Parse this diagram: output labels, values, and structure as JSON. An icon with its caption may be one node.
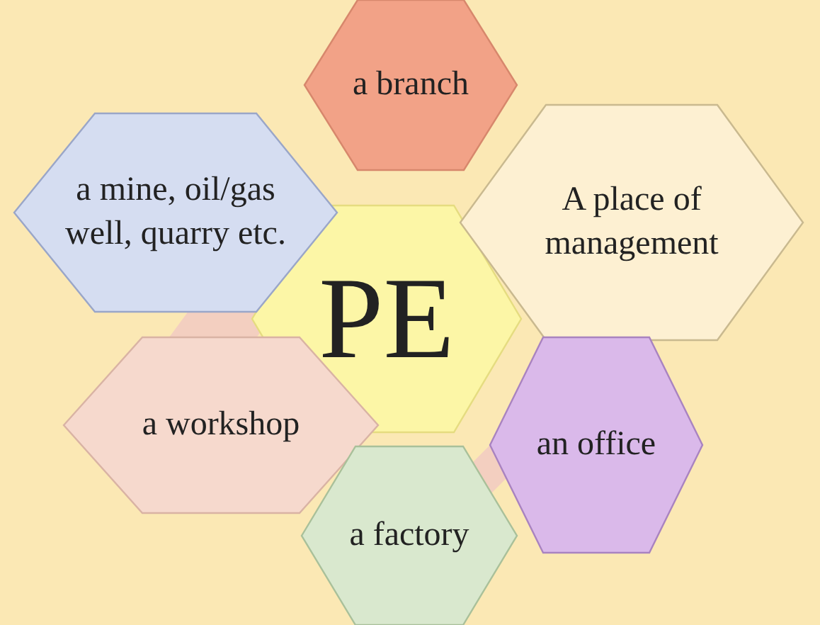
{
  "diagram": {
    "nodes": [
      {
        "text": [
          "a branch"
        ]
      },
      {
        "text": [
          "a mine, oil/gas well, quarry etc."
        ]
      },
      {
        "text": [
          "A place of management"
        ]
      },
      {
        "text": [
          "PE"
        ]
      },
      {
        "text": [
          "a workshop"
        ]
      },
      {
        "text": [
          "an office"
        ]
      },
      {
        "text": [
          "a factory"
        ]
      }
    ]
  }
}
